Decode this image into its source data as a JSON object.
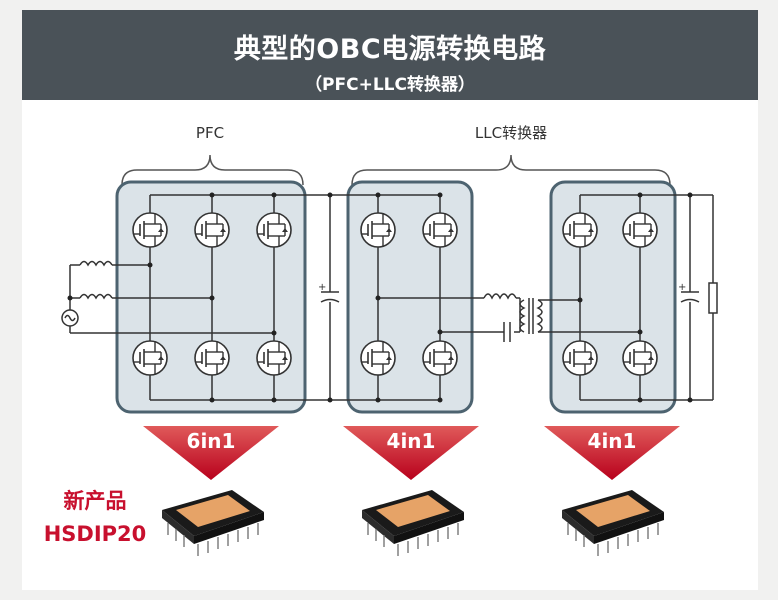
{
  "header": {
    "title": "典型的OBC电源转换电路",
    "subtitle": "（PFC+LLC转换器）"
  },
  "groups": {
    "pfc_label": "PFC",
    "llc_label": "LLC转换器"
  },
  "modules": [
    {
      "label": "6in1"
    },
    {
      "label": "4in1"
    },
    {
      "label": "4in1"
    }
  ],
  "product": {
    "line1": "新产品",
    "line2": "HSDIP20"
  },
  "colors": {
    "header_bg": "#4a5258",
    "accent_red": "#c8102e",
    "module_box": "#4d6370",
    "chip_body": "#1a1a1a",
    "chip_label": "#e6a367"
  }
}
